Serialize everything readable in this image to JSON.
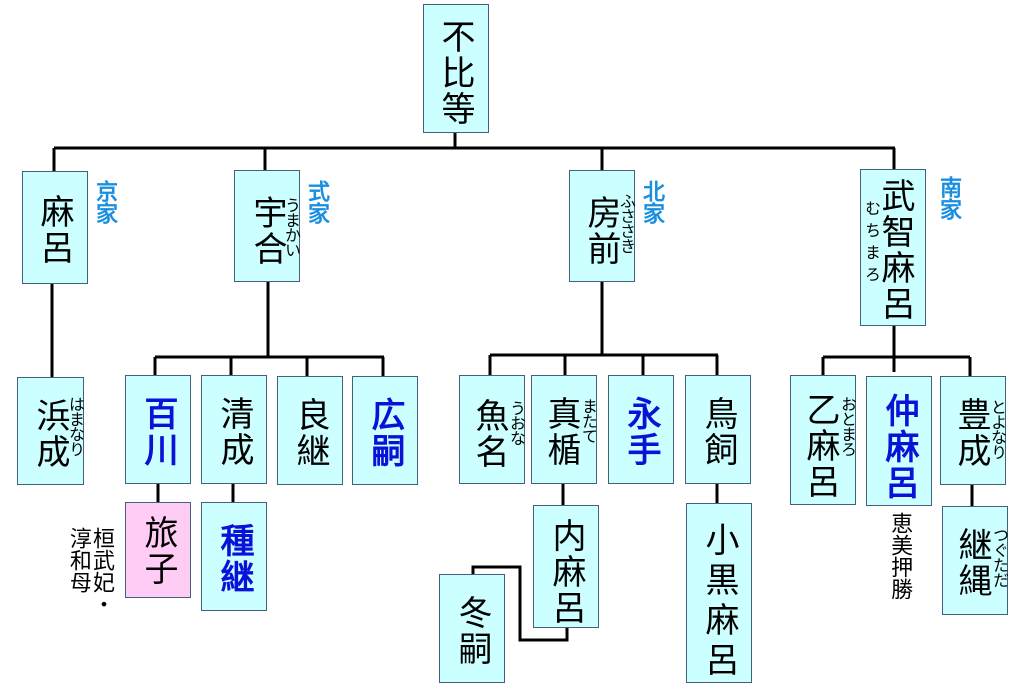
{
  "title": "藤原不比等の子孫系図",
  "colors": {
    "box_fill": "#ccffff",
    "box_highlight_fill": "#ffccf5",
    "house_label": "#1a8fe0",
    "emphasis_name": "#0a12d8"
  },
  "root": {
    "name": "不比等"
  },
  "sons": [
    {
      "name": "麻呂",
      "reading": "",
      "house": "京家"
    },
    {
      "name": "宇合",
      "reading": "うまかい",
      "house": "式家"
    },
    {
      "name": "房前",
      "reading": "ふささき",
      "house": "北家"
    },
    {
      "name": "武智麻呂",
      "reading": "むちまろ",
      "house": "南家"
    }
  ],
  "grandsons": {
    "maro": [
      {
        "name": "浜成",
        "reading": "はまなり"
      }
    ],
    "umakai": [
      {
        "name": "百川",
        "emphasis": true
      },
      {
        "name": "清成"
      },
      {
        "name": "良継"
      },
      {
        "name": "広嗣",
        "emphasis": true
      }
    ],
    "fusasaki": [
      {
        "name": "魚名",
        "reading": "うおな"
      },
      {
        "name": "真楯",
        "reading": "またて"
      },
      {
        "name": "永手",
        "emphasis": true
      },
      {
        "name": "鳥飼"
      }
    ],
    "muchimaro": [
      {
        "name": "乙麻呂",
        "reading": "おとまろ"
      },
      {
        "name": "仲麻呂",
        "emphasis": true
      },
      {
        "name": "豊成",
        "reading": "とよなり"
      }
    ]
  },
  "great_grandchildren": {
    "momokawa": {
      "name": "旅子",
      "note": "桓武妃・淳和母",
      "highlight": true
    },
    "kiyonari": {
      "name": "種継",
      "emphasis": true
    },
    "matate": {
      "name": "内麻呂"
    },
    "uchimaro_child": {
      "name": "冬嗣"
    },
    "torikai": {
      "name": "小黒麻呂"
    },
    "nakamaro": {
      "note": "恵美押勝"
    },
    "toyonari": {
      "name": "継縄",
      "reading": "つぐただ"
    }
  }
}
